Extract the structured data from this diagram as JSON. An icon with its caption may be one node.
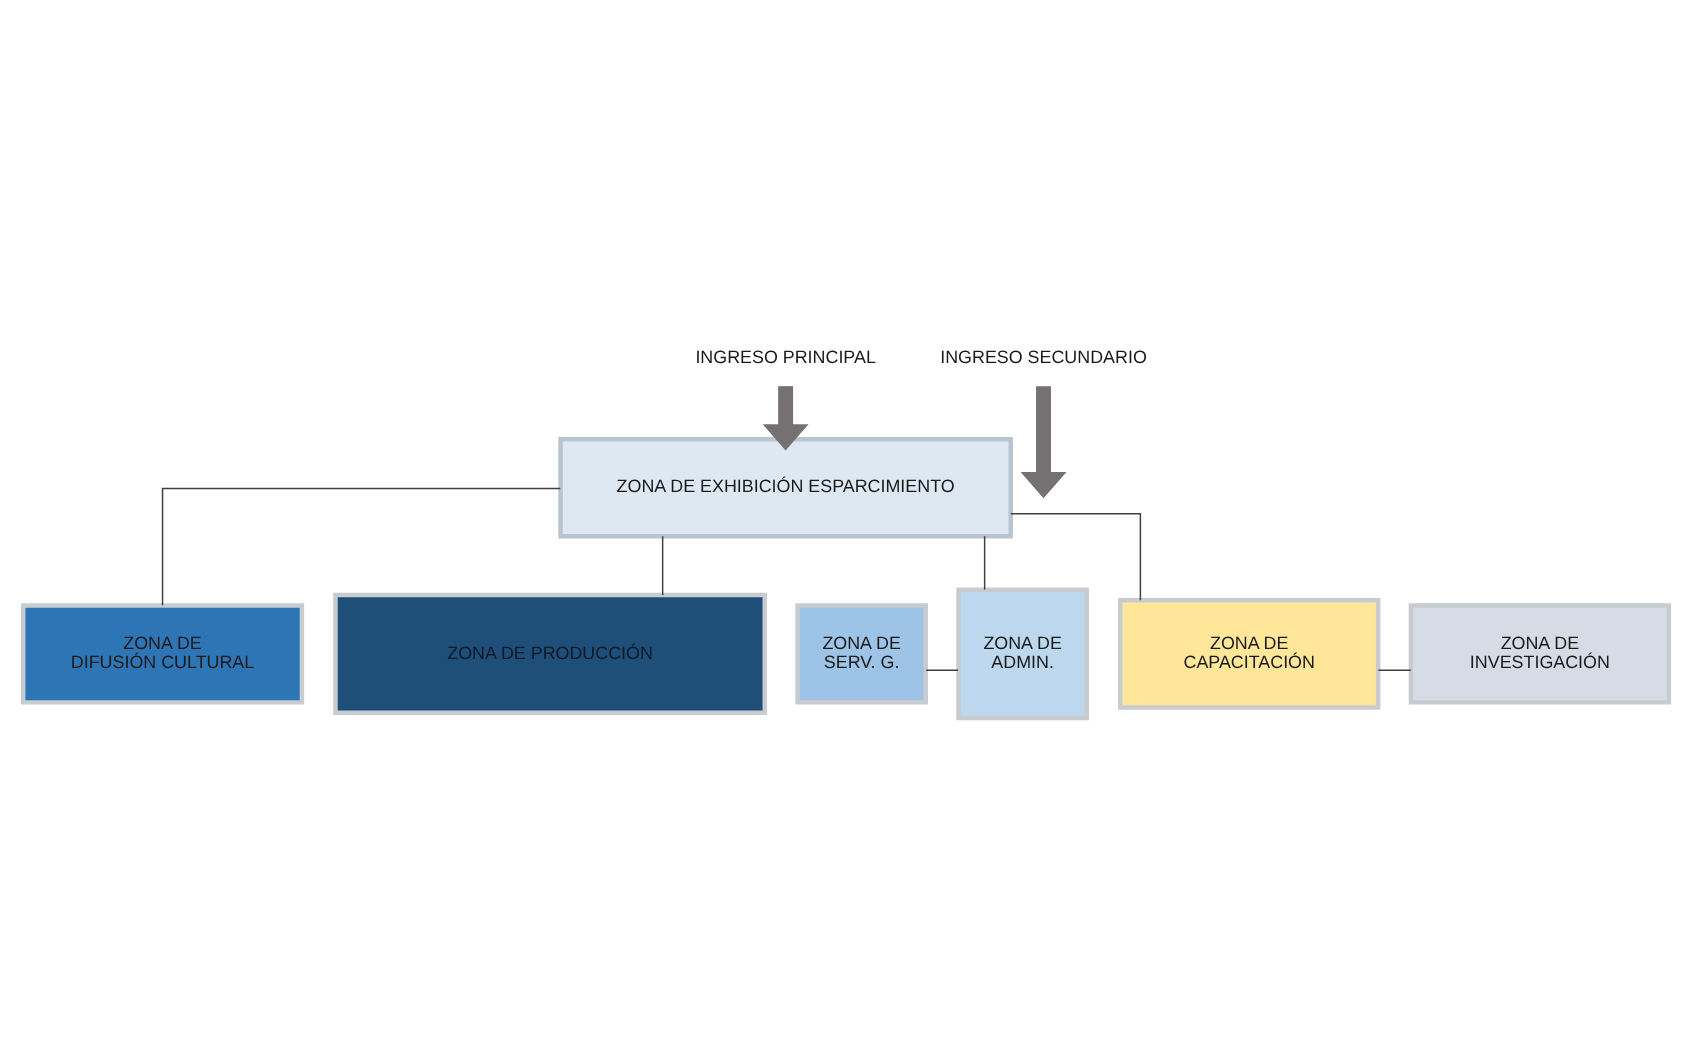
{
  "diagram": {
    "nodes": [
      {
        "text": [
          "INGRESO PRINCIPAL"
        ]
      },
      {
        "text": [
          "INGRESO SECUNDARIO"
        ]
      },
      {
        "text": [
          "ZONA DE EXHIBICIÓN ESPARCIMIENTO"
        ]
      },
      {
        "text": [
          "ZONA DE SERV. G."
        ]
      },
      {
        "text": [
          "ZONA DE ADMIN."
        ]
      },
      {
        "text": [
          "ZONA DE CAPACITACIÓN"
        ]
      },
      {
        "text": [
          "ZONA DE INVESTIGACIÓN"
        ]
      },
      {
        "text": [
          "ZONA DE DIFUSIÓN CULTURAL"
        ]
      },
      {
        "text": [
          "ZONA DE PRODUCCIÓN"
        ]
      }
    ],
    "edges": [
      {
        "from": 0,
        "to": 2,
        "arrow": "to",
        "style": "thick",
        "color": "#767171"
      },
      {
        "from": 1,
        "to": null,
        "arrow": "to",
        "style": "thick",
        "color": "#767171"
      },
      {
        "from": 2,
        "to": 4,
        "arrow": "none"
      },
      {
        "from": 2,
        "to": 5,
        "arrow": "none"
      },
      {
        "from": 3,
        "to": 4,
        "arrow": "none"
      },
      {
        "from": 5,
        "to": 6,
        "arrow": "none"
      },
      {
        "from": 2,
        "to": 7,
        "arrow": "none"
      },
      {
        "from": 2,
        "to": 8,
        "arrow": "none"
      }
    ]
  }
}
